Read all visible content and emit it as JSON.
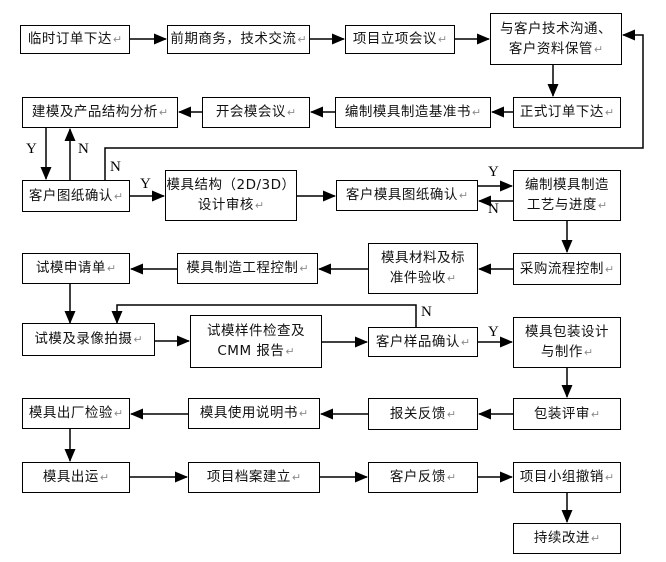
{
  "nodes": [
    {
      "label": "临时订单下达"
    },
    {
      "label": "前期商务，技术交流"
    },
    {
      "label": "项目立项会议"
    },
    {
      "label": "与客户技术沟通、\n客户资料保管"
    },
    {
      "label": "建模及产品结构分析"
    },
    {
      "label": "开会模会议"
    },
    {
      "label": "编制模具制造基准书"
    },
    {
      "label": "正式订单下达"
    },
    {
      "label": "客户图纸确认"
    },
    {
      "label": "模具结构（2D/3D）\n设计审核"
    },
    {
      "label": "客户模具图纸确认"
    },
    {
      "label": "编制模具制造\n工艺与进度"
    },
    {
      "label": "试模申请单"
    },
    {
      "label": "模具制造工程控制"
    },
    {
      "label": "模具材料及标\n准件验收"
    },
    {
      "label": "采购流程控制"
    },
    {
      "label": "试模及录像拍摄"
    },
    {
      "label": "试模样件检查及\nCMM 报告"
    },
    {
      "label": "客户样品确认"
    },
    {
      "label": "模具包装设计\n与制作"
    },
    {
      "label": "模具出厂检验"
    },
    {
      "label": "模具使用说明书"
    },
    {
      "label": "报关反馈"
    },
    {
      "label": "包装评审"
    },
    {
      "label": "模具出运"
    },
    {
      "label": "项目档案建立"
    },
    {
      "label": "客户反馈"
    },
    {
      "label": "项目小组撤销"
    },
    {
      "label": "持续改进"
    }
  ],
  "branches": [
    {
      "text": "Y"
    },
    {
      "text": "N"
    },
    {
      "text": "N"
    },
    {
      "text": "Y"
    },
    {
      "text": "Y"
    },
    {
      "text": "N"
    },
    {
      "text": "N"
    },
    {
      "text": "Y"
    }
  ],
  "marks": {
    "line_break": "↵"
  },
  "colors": {
    "line": "#000000",
    "box_border": "#000000",
    "text": "#111111",
    "return_mark": "#8c8c8c",
    "background": "#ffffff"
  }
}
